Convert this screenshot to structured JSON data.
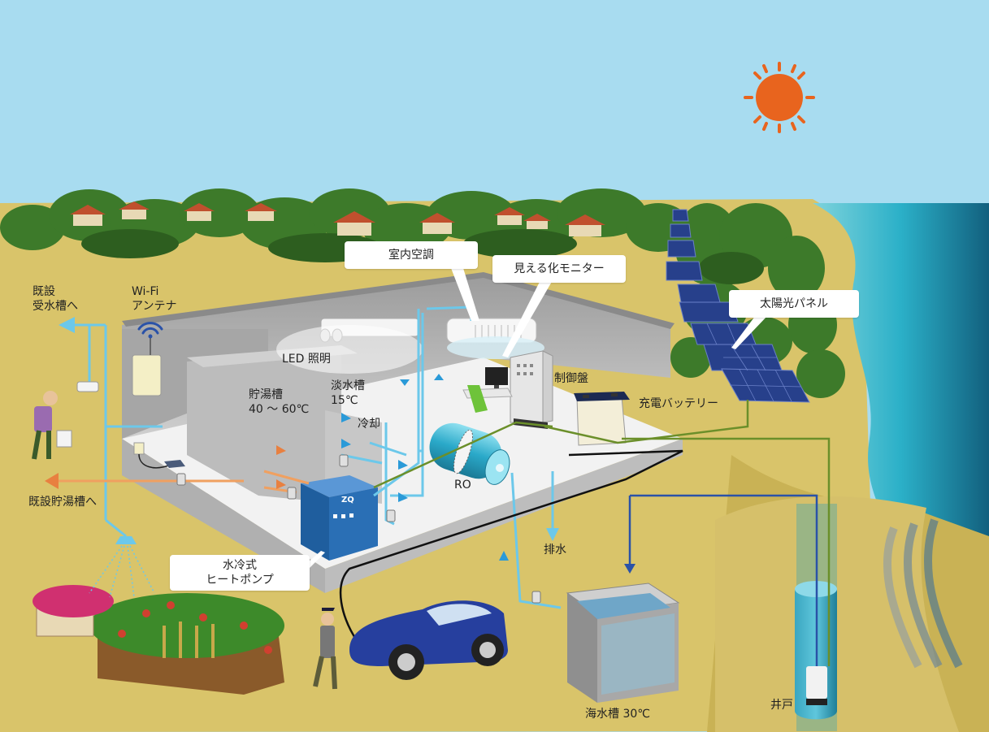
{
  "callouts": {
    "aircon": "室内空調",
    "monitor": "見える化モニター",
    "solar_panel": "太陽光パネル",
    "heat_pump": "水冷式\nヒートポンプ"
  },
  "labels": {
    "existing_receiving_tank": "既設\n受水槽へ",
    "wifi_antenna": "Wi-Fi\nアンテナ",
    "led_lighting": "LED 照明",
    "hot_water_tank": "貯湯槽\n40 ～ 60℃",
    "fresh_water_tank": "淡水槽\n15℃",
    "cooling": "冷却",
    "control_panel": "制御盤",
    "charging_battery": "充電バッテリー",
    "existing_hot_water_tank": "既設貯湯槽へ",
    "ro": "RO",
    "drainage": "排水",
    "seawater_tank": "海水槽 30℃",
    "well": "井戸",
    "logo_mark": "ZQ"
  },
  "colors": {
    "sky": "#a8dcf0",
    "ground": "#d9c46a",
    "sea": "#2bb0c8",
    "sun": "#e8641e",
    "water_pipe": "#6cc8ea",
    "hot_pipe": "#f0a060",
    "heat_pump": "#2a6fb5",
    "solar": "#27408b",
    "car": "#263f9e",
    "cable": "#6b8f2a"
  }
}
